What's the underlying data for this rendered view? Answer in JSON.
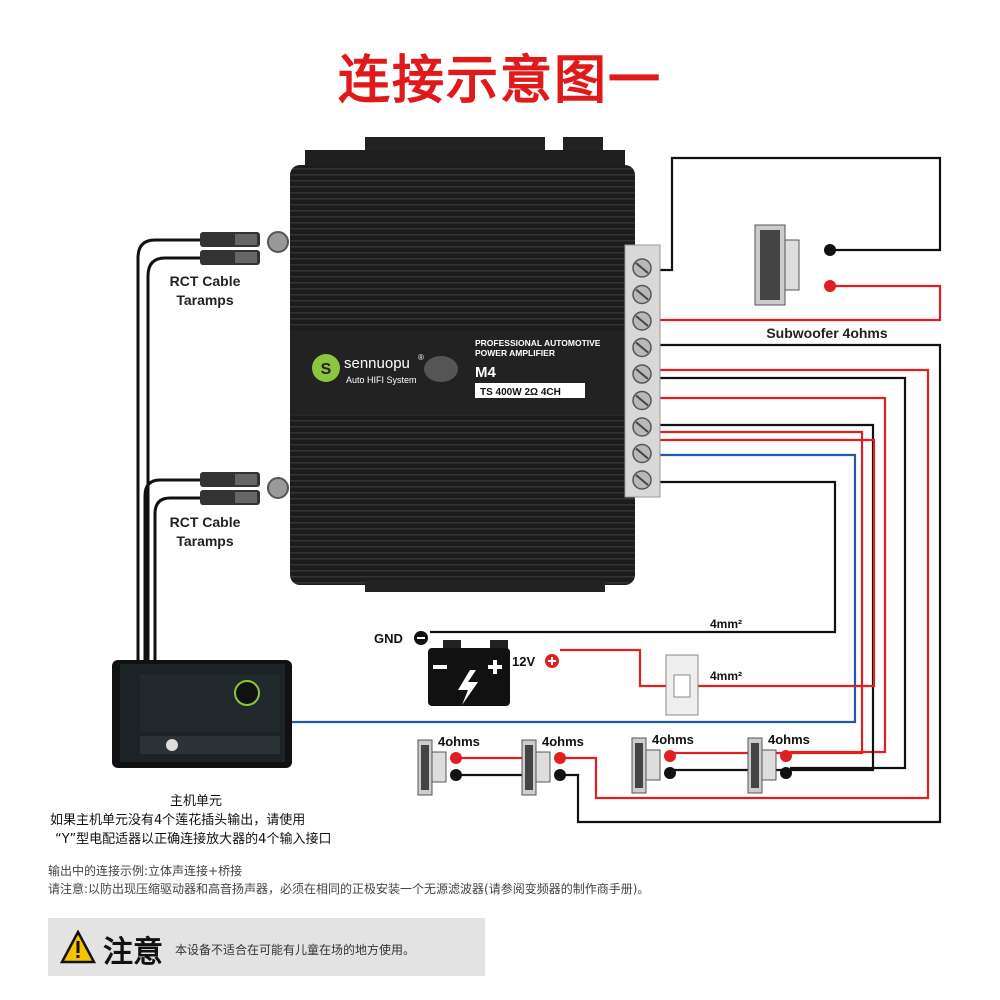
{
  "title": "连接示意图一",
  "amplifier": {
    "brand": "sennuopu",
    "brand_mark": "®",
    "brand_sub": "Auto HIFI System",
    "line1": "PROFESSIONAL AUTOMOTIVE",
    "line2": "POWER AMPLIFIER",
    "model": "M4",
    "spec": "TS 400W 2Ω 4CH"
  },
  "rca_labels": [
    {
      "line1": "RCT Cable",
      "line2": "Taramps"
    },
    {
      "line1": "RCT Cable",
      "line2": "Taramps"
    }
  ],
  "subwoofer_label": "Subwoofer 4ohms",
  "power": {
    "gnd": "GND",
    "v12": "12V",
    "wire1": "4mm²",
    "wire2": "4mm²"
  },
  "speakers": [
    "4ohms",
    "4ohms",
    "4ohms",
    "4ohms"
  ],
  "head_unit": {
    "label": "主机单元",
    "note1": "如果主机单元没有4个莲花插头输出，请使用",
    "note2": "“Y”型电配适器以正确连接放大器的4个输入接口"
  },
  "notes": {
    "line1": "输出中的连接示例:立体声连接+桥接",
    "line2": "请注意:以防出现压缩驱动器和高音扬声器，必须在相同的正极安装一个无源滤波器(请参阅变频器的制作商手册)。"
  },
  "warning": {
    "title": "注意",
    "text": "本设备不适合在可能有儿童在场的地方使用。"
  },
  "colors": {
    "title": "#e01a1a",
    "positive": "#e02020",
    "negative": "#111111",
    "remote": "#1f5aa8",
    "brand_green": "#8cc63f"
  }
}
